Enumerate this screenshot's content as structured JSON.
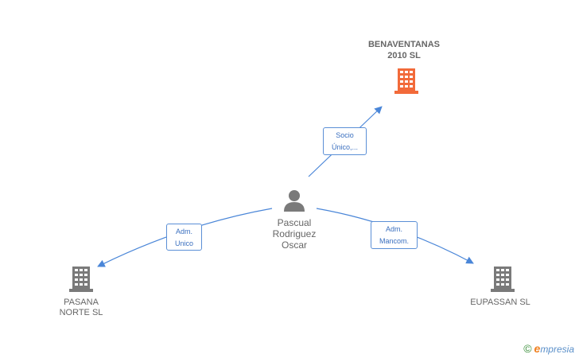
{
  "nodes": {
    "main_company": {
      "line1": "BENAVENTANAS",
      "line2": "2010 SL",
      "color": "#f26a3a"
    },
    "person": {
      "line1": "Pascual",
      "line2": "Rodriguez",
      "line3": "Oscar",
      "color": "#7a7a7a"
    },
    "left_company": {
      "line1": "PASANA",
      "line2": "NORTE SL",
      "color": "#7a7a7a"
    },
    "right_company": {
      "line1": "EUPASSAN SL",
      "color": "#7a7a7a"
    }
  },
  "edges": {
    "to_main": {
      "line1": "Socio",
      "line2": "Único,..."
    },
    "to_left": {
      "line1": "Adm.",
      "line2": "Unico"
    },
    "to_right": {
      "line1": "Adm.",
      "line2": "Mancom."
    }
  },
  "colors": {
    "edge": "#4a86d8",
    "label_border": "#5b8fd6"
  },
  "brand": {
    "copyright": "©",
    "initial": "e",
    "name": "mpresia"
  }
}
